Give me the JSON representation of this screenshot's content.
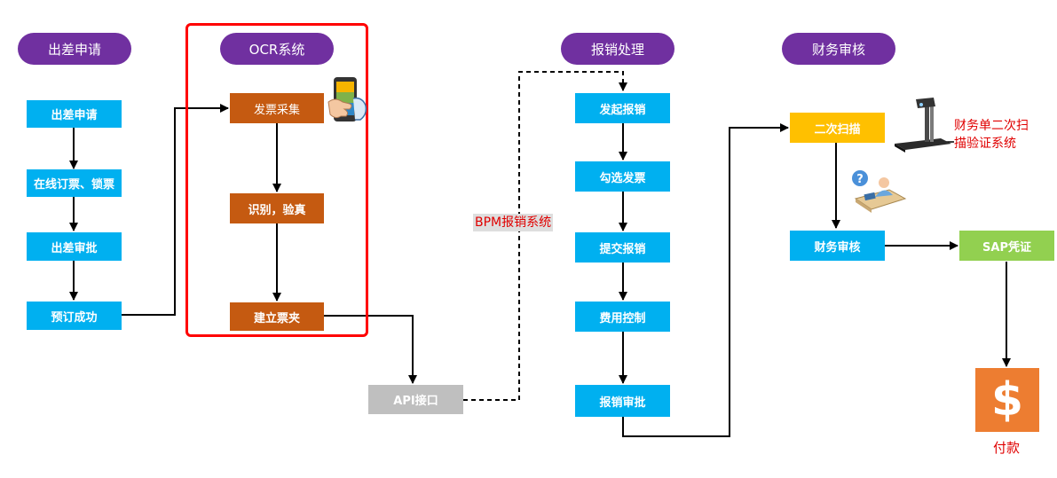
{
  "headers": {
    "travel_request": "出差申请",
    "ocr_system": "OCR系统",
    "reimbursement": "报销处理",
    "finance_review": "财务审核"
  },
  "travel_steps": [
    "出差申请",
    "在线订票、锁票",
    "出差审批",
    "预订成功"
  ],
  "ocr_steps": [
    "发票采集",
    "识别，验真",
    "建立票夹"
  ],
  "api_label": "API接口",
  "bpm_label": "BPM报销系统",
  "reimb_steps": [
    "发起报销",
    "勾选发票",
    "提交报销",
    "费用控制",
    "报销审批"
  ],
  "finance": {
    "scan": "二次扫描",
    "review": "财务审核",
    "sap": "SAP凭证",
    "scanner_note_line1": "财务单二次扫",
    "scanner_note_line2": "描验证系统",
    "payment": "付款",
    "dollar_symbol": "$"
  },
  "colors": {
    "purple": "#7030a0",
    "blue": "#00b0f0",
    "orange": "#c55a11",
    "gray": "#bfbfbf",
    "yellow": "#ffc000",
    "green": "#92d050",
    "highlight_red": "#ff0000",
    "payment_orange": "#ed7d31"
  }
}
